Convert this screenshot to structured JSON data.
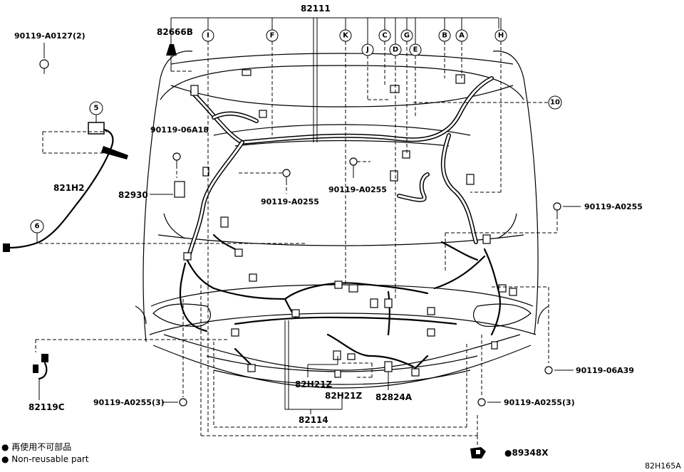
{
  "labels": {
    "p82111": "82111",
    "p82666B": "82666B",
    "p90119_A0127": "90119-A0127(2)",
    "p90119_06A18": "90119-06A18",
    "p821H2": "821H2",
    "p82930": "82930",
    "p90119_A0255_mid": "90119-A0255",
    "p90119_A0255_c": "90119-A0255",
    "p90119_A0255_r": "90119-A0255",
    "p90119_06A39": "90119-06A39",
    "p90119_A0255_3_l": "90119-A0255(3)",
    "p90119_A0255_3_r": "90119-A0255(3)",
    "p82119C": "82119C",
    "p82H21Z_a": "82H21Z",
    "p82H21Z_b": "82H21Z",
    "p82824A": "82824A",
    "p82114": "82114",
    "p89348X": "●89348X"
  },
  "callouts": {
    "c5": "5",
    "c6": "6",
    "c10": "10"
  },
  "letters": {
    "I": "I",
    "F": "F",
    "K": "K",
    "J": "J",
    "C": "C",
    "D": "D",
    "G": "G",
    "E": "E",
    "B": "B",
    "A": "A",
    "H": "H"
  },
  "legend": {
    "jp": "● 再使用不可部品",
    "en": "● Non-reusable part"
  },
  "figure_code": "82H165A"
}
